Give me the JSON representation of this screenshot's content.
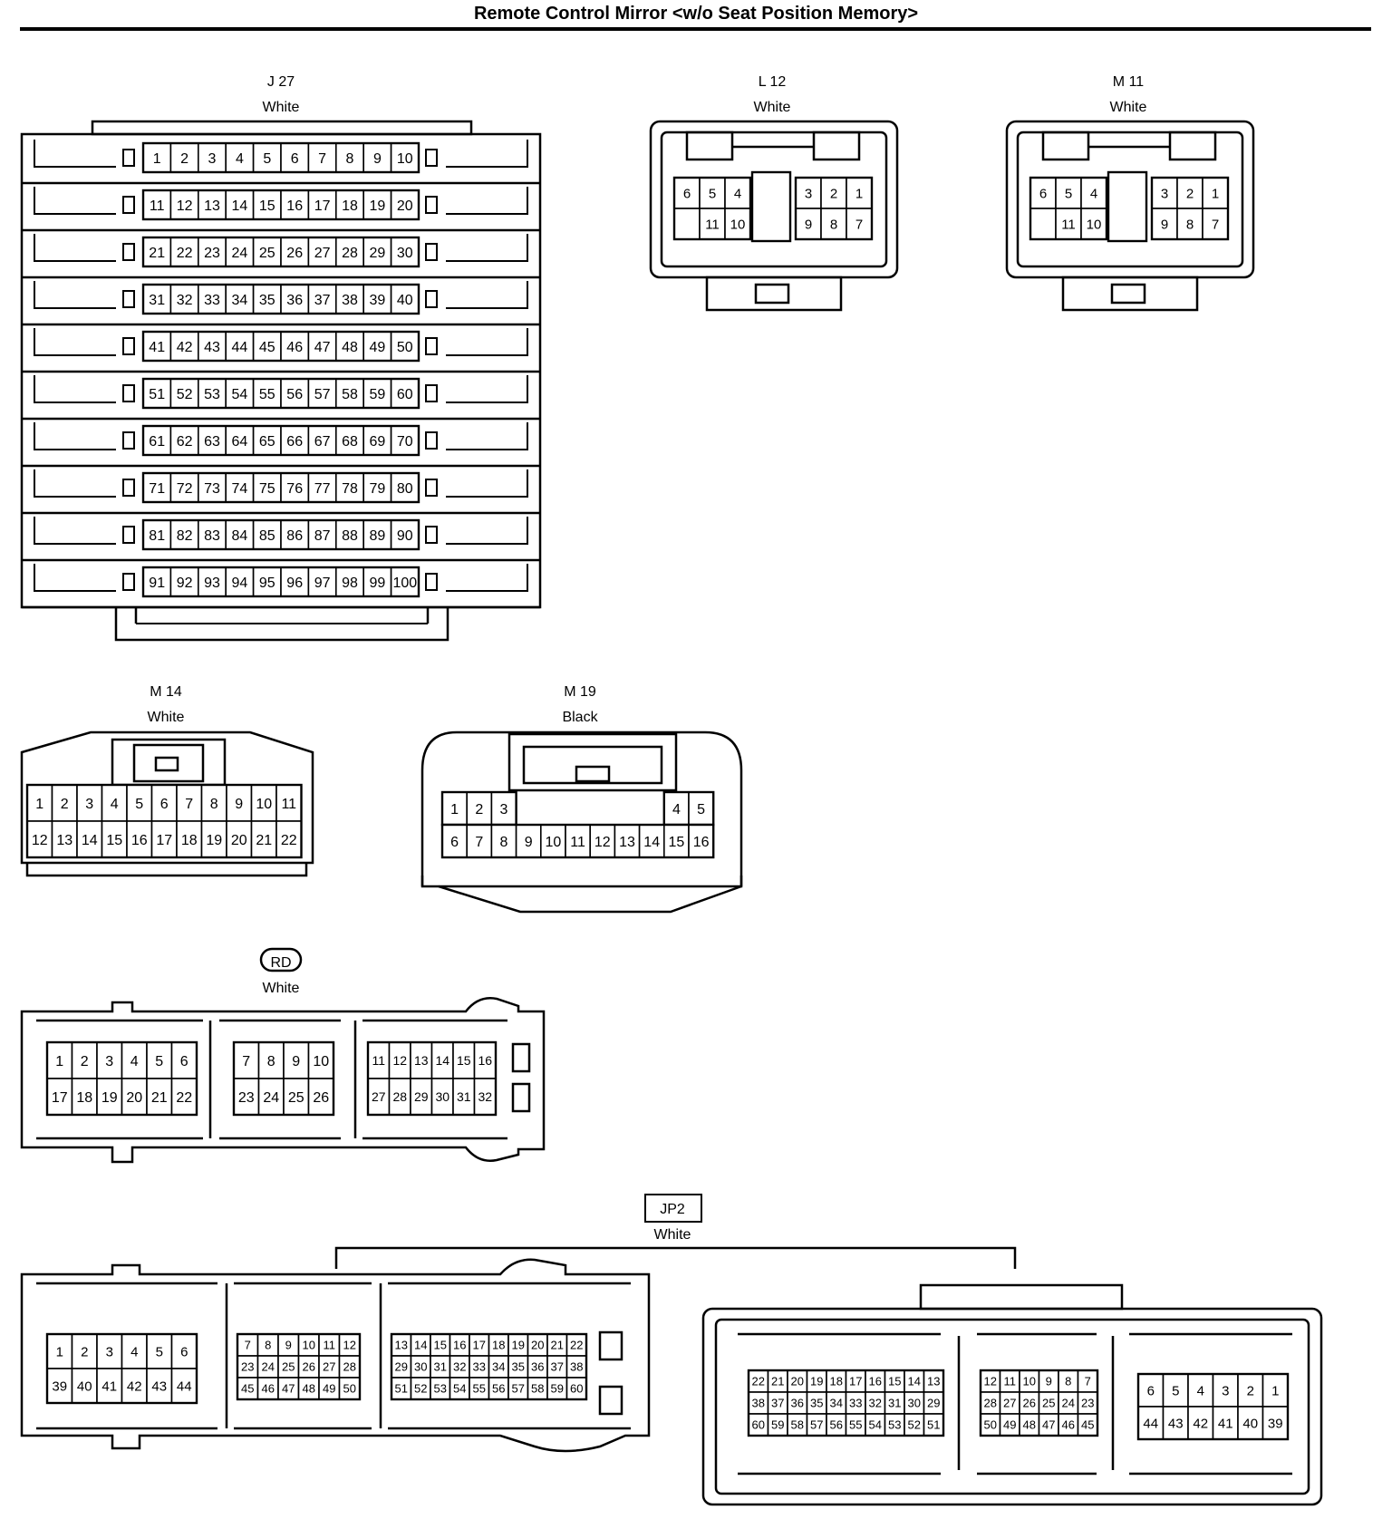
{
  "title": "Remote Control Mirror <w/o Seat Position Memory>",
  "connectors": {
    "j27": {
      "code": "J 27",
      "color": "White"
    },
    "l12": {
      "code": "L 12",
      "color": "White"
    },
    "m11": {
      "code": "M 11",
      "color": "White"
    },
    "m14": {
      "code": "M 14",
      "color": "White"
    },
    "m19": {
      "code": "M 19",
      "color": "Black"
    },
    "rd": {
      "code": "RD",
      "color": "White"
    },
    "jp2": {
      "code": "JP2",
      "color": "White"
    }
  },
  "pins": {
    "j27": [
      [
        "1",
        "2",
        "3",
        "4",
        "5",
        "6",
        "7",
        "8",
        "9",
        "10"
      ],
      [
        "11",
        "12",
        "13",
        "14",
        "15",
        "16",
        "17",
        "18",
        "19",
        "20"
      ],
      [
        "21",
        "22",
        "23",
        "24",
        "25",
        "26",
        "27",
        "28",
        "29",
        "30"
      ],
      [
        "31",
        "32",
        "33",
        "34",
        "35",
        "36",
        "37",
        "38",
        "39",
        "40"
      ],
      [
        "41",
        "42",
        "43",
        "44",
        "45",
        "46",
        "47",
        "48",
        "49",
        "50"
      ],
      [
        "51",
        "52",
        "53",
        "54",
        "55",
        "56",
        "57",
        "58",
        "59",
        "60"
      ],
      [
        "61",
        "62",
        "63",
        "64",
        "65",
        "66",
        "67",
        "68",
        "69",
        "70"
      ],
      [
        "71",
        "72",
        "73",
        "74",
        "75",
        "76",
        "77",
        "78",
        "79",
        "80"
      ],
      [
        "81",
        "82",
        "83",
        "84",
        "85",
        "86",
        "87",
        "88",
        "89",
        "90"
      ],
      [
        "91",
        "92",
        "93",
        "94",
        "95",
        "96",
        "97",
        "98",
        "99",
        "100"
      ]
    ],
    "l12": {
      "left": [
        [
          "6",
          "5",
          "4"
        ],
        [
          "",
          "11",
          "10"
        ]
      ],
      "right": [
        [
          "3",
          "2",
          "1"
        ],
        [
          "9",
          "8",
          "7"
        ]
      ]
    },
    "m11": {
      "left": [
        [
          "6",
          "5",
          "4"
        ],
        [
          "",
          "11",
          "10"
        ]
      ],
      "right": [
        [
          "3",
          "2",
          "1"
        ],
        [
          "9",
          "8",
          "7"
        ]
      ]
    },
    "m14": [
      [
        "1",
        "2",
        "3",
        "4",
        "5",
        "6",
        "7",
        "8",
        "9",
        "10",
        "11"
      ],
      [
        "12",
        "13",
        "14",
        "15",
        "16",
        "17",
        "18",
        "19",
        "20",
        "21",
        "22"
      ]
    ],
    "m19": {
      "top_left": [
        "1",
        "2",
        "3"
      ],
      "top_right": [
        "4",
        "5"
      ],
      "bottom": [
        "6",
        "7",
        "8",
        "9",
        "10",
        "11",
        "12",
        "13",
        "14",
        "15",
        "16"
      ]
    },
    "rd": [
      [
        [
          "1",
          "2",
          "3",
          "4",
          "5",
          "6"
        ],
        [
          "17",
          "18",
          "19",
          "20",
          "21",
          "22"
        ]
      ],
      [
        [
          "7",
          "8",
          "9",
          "10"
        ],
        [
          "23",
          "24",
          "25",
          "26"
        ]
      ],
      [
        [
          "11",
          "12",
          "13",
          "14",
          "15",
          "16"
        ],
        [
          "27",
          "28",
          "29",
          "30",
          "31",
          "32"
        ]
      ]
    ],
    "jp2_left": [
      [
        [
          "1",
          "2",
          "3",
          "4",
          "5",
          "6"
        ],
        [
          "39",
          "40",
          "41",
          "42",
          "43",
          "44"
        ]
      ],
      [
        [
          "7",
          "8",
          "9",
          "10",
          "11",
          "12"
        ],
        [
          "23",
          "24",
          "25",
          "26",
          "27",
          "28"
        ],
        [
          "45",
          "46",
          "47",
          "48",
          "49",
          "50"
        ]
      ],
      [
        [
          "13",
          "14",
          "15",
          "16",
          "17",
          "18",
          "19",
          "20",
          "21",
          "22"
        ],
        [
          "29",
          "30",
          "31",
          "32",
          "33",
          "34",
          "35",
          "36",
          "37",
          "38"
        ],
        [
          "51",
          "52",
          "53",
          "54",
          "55",
          "56",
          "57",
          "58",
          "59",
          "60"
        ]
      ]
    ],
    "jp2_right": [
      [
        [
          "22",
          "21",
          "20",
          "19",
          "18",
          "17",
          "16",
          "15",
          "14",
          "13"
        ],
        [
          "38",
          "37",
          "36",
          "35",
          "34",
          "33",
          "32",
          "31",
          "30",
          "29"
        ],
        [
          "60",
          "59",
          "58",
          "57",
          "56",
          "55",
          "54",
          "53",
          "52",
          "51"
        ]
      ],
      [
        [
          "12",
          "11",
          "10",
          "9",
          "8",
          "7"
        ],
        [
          "28",
          "27",
          "26",
          "25",
          "24",
          "23"
        ],
        [
          "50",
          "49",
          "48",
          "47",
          "46",
          "45"
        ]
      ],
      [
        [
          "6",
          "5",
          "4",
          "3",
          "2",
          "1"
        ],
        [
          "44",
          "43",
          "42",
          "41",
          "40",
          "39"
        ]
      ]
    ]
  }
}
